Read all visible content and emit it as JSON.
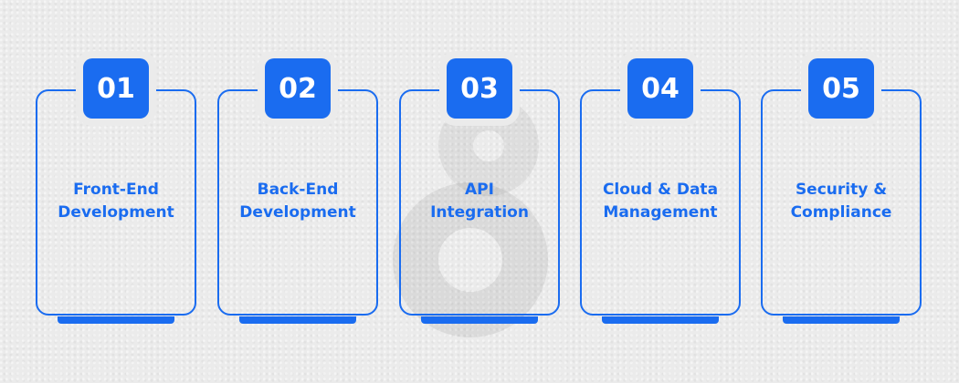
{
  "colors": {
    "accent": "#1a6cf0",
    "background": "#ebebeb",
    "badge_text": "#ffffff"
  },
  "cards": [
    {
      "number": "01",
      "label": "Front-End\nDevelopment"
    },
    {
      "number": "02",
      "label": "Back-End\nDevelopment"
    },
    {
      "number": "03",
      "label": "API\nIntegration"
    },
    {
      "number": "04",
      "label": "Cloud & Data\nManagement"
    },
    {
      "number": "05",
      "label": "Security &\nCompliance"
    }
  ]
}
